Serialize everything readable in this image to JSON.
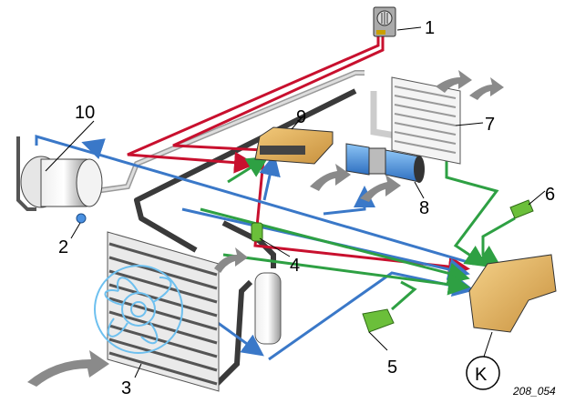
{
  "diagram": {
    "title": "Air conditioning system overview",
    "figure_code": "208_054",
    "colors": {
      "red": "#c8102e",
      "blue": "#3a78c8",
      "green": "#2ea043",
      "pipe_dark": "#3a3a3a",
      "pipe_light": "#cfcfcf",
      "ecu": "#e9b865",
      "blower": "#4a90e0",
      "sensor_green": "#6bbf3a",
      "fan_blue": "#6ec0ef",
      "airflow_gray": "#8a8a8a"
    },
    "callouts": [
      {
        "id": "1",
        "label": "1",
        "component": "control-panel"
      },
      {
        "id": "2",
        "label": "2",
        "component": "compressor-valve"
      },
      {
        "id": "3",
        "label": "3",
        "component": "condenser-fan"
      },
      {
        "id": "4",
        "label": "4",
        "component": "pressure-switch"
      },
      {
        "id": "5",
        "label": "5",
        "component": "sensor-5"
      },
      {
        "id": "6",
        "label": "6",
        "component": "sensor-6"
      },
      {
        "id": "7",
        "label": "7",
        "component": "evaporator-sensor"
      },
      {
        "id": "8",
        "label": "8",
        "component": "blower-motor"
      },
      {
        "id": "9",
        "label": "9",
        "component": "control-unit"
      },
      {
        "id": "10",
        "label": "10",
        "component": "compressor-clutch"
      }
    ],
    "legend_symbol": "K"
  }
}
